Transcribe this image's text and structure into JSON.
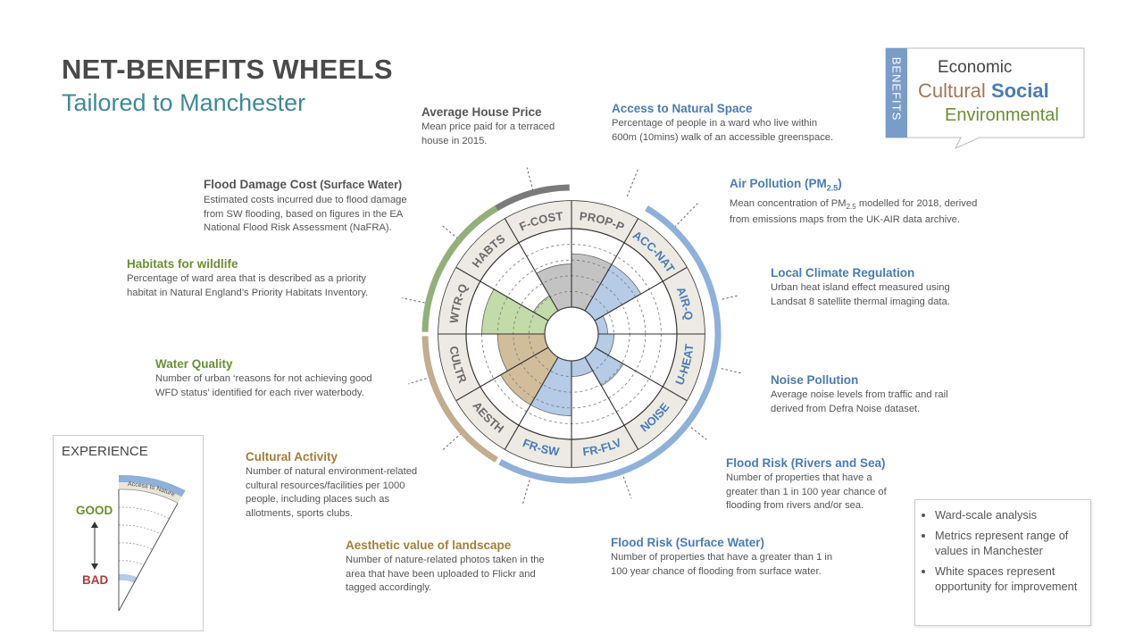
{
  "title": "NET-BENEFITS WHEELS",
  "subtitle": "Tailored to Manchester",
  "legend": {
    "side_label": "BENEFITS",
    "economic": "Economic",
    "cultural": "Cultural",
    "social": "Social",
    "environmental": "Environmental"
  },
  "annotations": {
    "house_price": {
      "title": "Average House Price",
      "desc": "Mean price paid for a terraced house in 2015."
    },
    "natural_space": {
      "title": "Access to Natural Space",
      "desc": "Percentage of people in a ward who live within 600m (10mins) walk of an accessible greenspace."
    },
    "air_pollution": {
      "title": "Air Pollution (PM",
      "title_sub": "2.5",
      "title_end": ")",
      "desc_a": "Mean concentration of PM",
      "desc_sub": "2.5",
      "desc_b": " modelled for 2018, derived from emissions maps from the UK-AIR data archive."
    },
    "climate": {
      "title": "Local Climate Regulation",
      "desc": "Urban heat island effect measured using Landsat 8 satellite thermal imaging data."
    },
    "noise": {
      "title": "Noise Pollution",
      "desc": "Average noise levels from traffic and rail derived from Defra Noise dataset."
    },
    "flood_rivers": {
      "title": "Flood Risk (Rivers and Sea)",
      "desc": "Number of properties that have a greater than 1 in 100 year chance of flooding from rivers and/or sea."
    },
    "flood_surface": {
      "title": "Flood Risk (Surface Water)",
      "desc": "Number of properties that have a greater than 1 in 100 year chance of flooding from surface water."
    },
    "aesthetic": {
      "title": "Aesthetic value of landscape",
      "desc": "Number of nature-related photos taken in the area that have been uploaded to Flickr and tagged accordingly."
    },
    "cultural": {
      "title": "Cultural Activity",
      "desc": "Number of natural environment-related cultural resources/facilities per 1000 people, including places such as allotments, sports clubs."
    },
    "water": {
      "title": "Water Quality",
      "desc": "Number of urban ‘reasons for not achieving good WFD status’ identified for each river waterbody."
    },
    "habitats": {
      "title": "Habitats for wildlife",
      "desc": "Percentage of ward area that is described as a priority habitat in Natural England’s Priority Habitats Inventory."
    },
    "flood_cost": {
      "title": "Flood Damage Cost",
      "title_suffix": " (Surface Water)",
      "desc": "Estimated costs incurred due to flood damage from SW flooding, based on figures in the EA National Flood Risk Assessment (NaFRA)."
    }
  },
  "chart_data": {
    "type": "radial-bar",
    "scale_rings": 5,
    "categories": [
      "PROP-P",
      "ACC-NAT",
      "AIR-Q",
      "U-HEAT",
      "NOISE",
      "FR-FLV",
      "FR-SW",
      "AESTH",
      "CULTR",
      "WTR-Q",
      "HABTS",
      "F-COST"
    ],
    "values": [
      0.68,
      0.68,
      0.12,
      0.2,
      0.42,
      0.2,
      0.7,
      0.7,
      0.6,
      0.8,
      0.22,
      0.55
    ],
    "groups": [
      {
        "name": "Economic",
        "color": "#7a7a7a",
        "categories": [
          "F-COST",
          "PROP-P"
        ]
      },
      {
        "name": "Social",
        "color": "#8fb0d8",
        "categories": [
          "ACC-NAT",
          "AIR-Q",
          "U-HEAT",
          "NOISE",
          "FR-FLV",
          "FR-SW"
        ]
      },
      {
        "name": "Cultural",
        "color": "#c2ad90",
        "categories": [
          "AESTH",
          "CULTR"
        ]
      },
      {
        "name": "Environmental",
        "color": "#92b07a",
        "categories": [
          "WTR-Q",
          "HABTS"
        ]
      }
    ],
    "fill_colors": {
      "Economic": "#c3c3c3",
      "Social": "#b5cbe6",
      "Cultural": "#d2bd9b",
      "Environmental": "#c3dba8"
    }
  },
  "experience": {
    "title": "EXPERIENCE",
    "good": "GOOD",
    "bad": "BAD",
    "sample_label": "Access to Nature"
  },
  "notes": [
    "Ward-scale analysis",
    "Metrics represent range of values in Manchester",
    "White spaces represent opportunity for improvement"
  ]
}
